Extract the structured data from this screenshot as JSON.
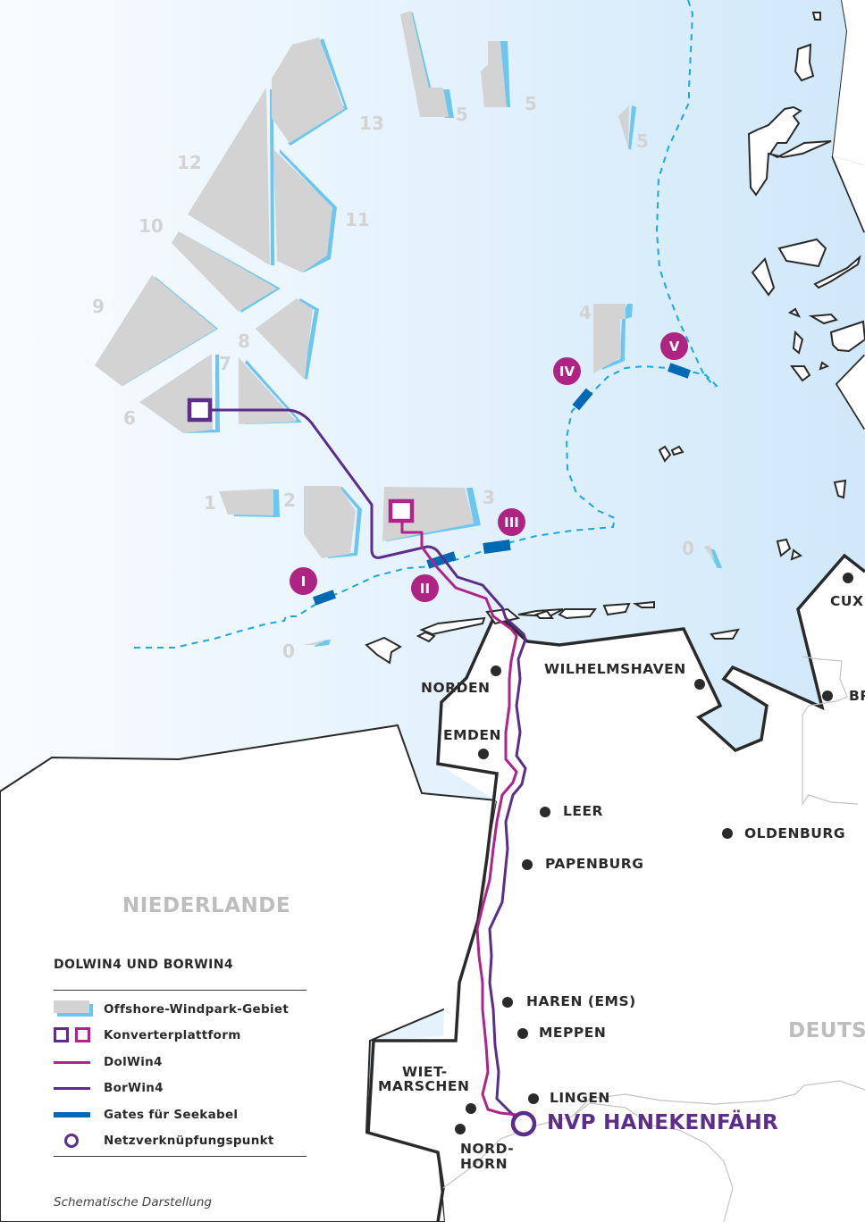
{
  "legend": {
    "title": "DOLWIN4 UND BORWIN4",
    "items": [
      {
        "symbol": "windpark-area",
        "label": "Offshore-Windpark-Gebiet"
      },
      {
        "symbol": "converter-platform",
        "label": "Konverterplattform"
      },
      {
        "symbol": "dolwin4-line",
        "label": "DolWin4"
      },
      {
        "symbol": "borwin4-line",
        "label": "BorWin4"
      },
      {
        "symbol": "cable-gate",
        "label": "Gates für Seekabel"
      },
      {
        "symbol": "grid-connection-point",
        "label": "Netzverknüpfungspunkt"
      }
    ],
    "footnote": "Schematische Darstellung"
  },
  "colors": {
    "sea_light": "#f7fbfe",
    "sea_dark": "#d2e9f9",
    "windpark_fill": "#d3d3d3",
    "windpark_edge": "#6cc7f0",
    "dolwin4": "#b0238a",
    "borwin4": "#5c2d8a",
    "gate": "#0069b4",
    "gate_badge": "#ad2482",
    "sea_route": "#1aa8e0",
    "coast": "#2a2a2a",
    "state_border": "#c4c4c4"
  },
  "zones": {
    "z13": "13",
    "z12": "12",
    "z11": "11",
    "z10": "10",
    "z9": "9",
    "z8": "8",
    "z7": "7",
    "z6": "6",
    "z5a": "5",
    "z5b": "5",
    "z5c": "5",
    "z4": "4",
    "z3": "3",
    "z2": "2",
    "z1": "1",
    "z0a": "0",
    "z0b": "0"
  },
  "gates": {
    "g1": "I",
    "g2": "II",
    "g3": "III",
    "g4": "IV",
    "g5": "V"
  },
  "countries": {
    "nl": "NIEDERLANDE",
    "de": "DEUTS"
  },
  "cities": {
    "norden": "NORDEN",
    "emden": "EMDEN",
    "wilhelmshaven": "WILHELMSHAVEN",
    "cuxhaven": "CUX",
    "bremerhaven": "BR",
    "leer": "LEER",
    "oldenburg": "OLDENBURG",
    "papenburg": "PAPENBURG",
    "haren": "HAREN (EMS)",
    "meppen": "MEPPEN",
    "lingen": "LINGEN",
    "wietmarschen_1": "WIET-",
    "wietmarschen_2": "MARSCHEN",
    "nordhorn_1": "NORD-",
    "nordhorn_2": "HORN"
  },
  "grid_point": {
    "label": "NVP HANEKENFÄHR"
  }
}
